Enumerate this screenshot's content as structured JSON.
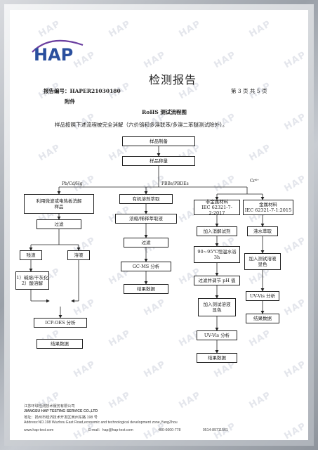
{
  "logo": {
    "text": "HAP"
  },
  "document": {
    "title": "检测报告",
    "report_no_label": "报告编号：",
    "report_no": "HAPER21030180",
    "page_info": "第 3 页 共 5 页",
    "attachment": "附件",
    "subtitle": "RoHS 测试流程图",
    "intro": "样品按照下述流程被完全消解（六价铬和多溴联苯/多溴二苯醚测试除外）。"
  },
  "watermark": {
    "text": "HAP"
  },
  "flow": {
    "branch_labels": {
      "heavy_metals": "Pb/Cd/Hg",
      "pbb": "PBBs/PBDEs",
      "cr": "Cr⁶⁺"
    },
    "nodes": {
      "prep": "样品制备",
      "weigh": "样品称量",
      "microwave": "利用微波或电热板消解\n样品",
      "filter1": "过滤",
      "residue": "残渣",
      "solution": "溶液",
      "alkali": "1）碱熔/干灰化\n2）酸溶解",
      "icp": "ICP-OES 分析",
      "result1": "结果数据",
      "organic": "有机溶剂萃取",
      "concentrate": "浓缩/稀释萃取液",
      "filter2": "过滤",
      "gcms": "GC-MS 分析",
      "result2": "结果数据",
      "nonmetal": "非金属材料\nIEC 62321-7-2:2017",
      "add_digest": "加入消解试剂",
      "water_bath": "90~95℃恒温水浴\n3h",
      "filter_ph": "过滤并调节 pH 值",
      "color1": "加入测试溶液\n显色",
      "uv1": "UV-Vis 分析",
      "result3": "结果数据",
      "metal": "金属材料\nIEC 62321-7-1:2015",
      "boil": "沸水萃取",
      "color2": "加入测试溶液\n显色",
      "uv2": "UV-Vis 分析",
      "result4": "结果数据"
    }
  },
  "footer": {
    "company_cn": "江苏环球检测技术服务有限公司",
    "company_en": "JIANGSU HAP TESTING SERVICE CO.,LTD",
    "address_cn": "地址：扬州市经济技术开发区吴州东路 198 号",
    "address_en": "Address:NO.198 Wuzhou East Road,economic and technological development zone,YangZhou",
    "website": "www.hap-test.com",
    "email": "E-mail：hap@hap-test.com",
    "phone": "400-6600-778",
    "fax": "0514-89711561"
  },
  "colors": {
    "logo_blue": "#2a4f9e",
    "logo_purple": "#6b3fa0",
    "watermark": "#e4e6ec"
  }
}
